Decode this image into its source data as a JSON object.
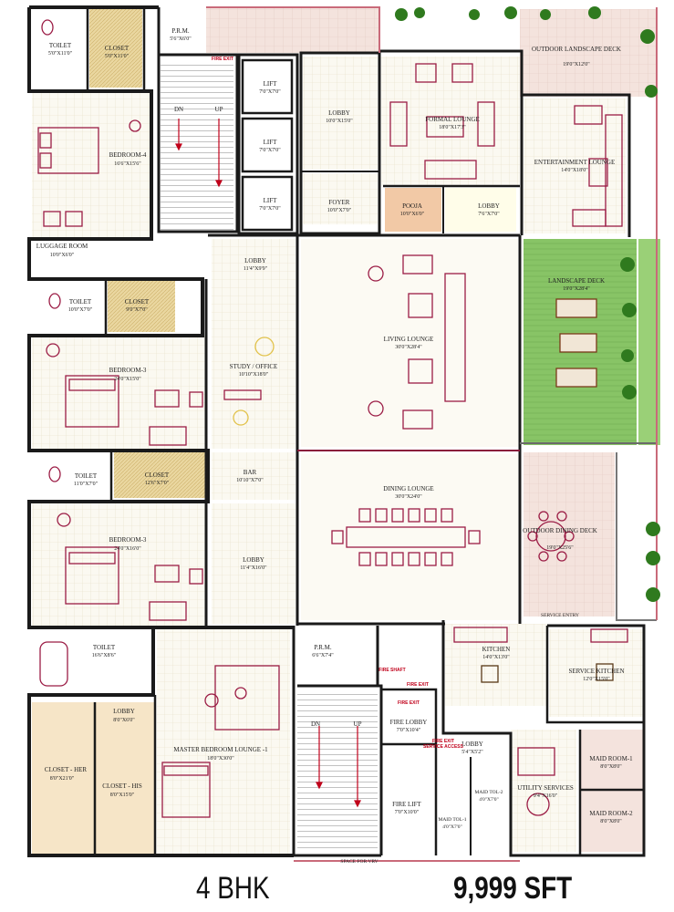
{
  "summary": {
    "unit_type": "4 BHK",
    "area": "9,999 SFT"
  },
  "rooms": {
    "toilet_top": {
      "name": "TOILET",
      "dim": "5'0\"X11'0\""
    },
    "closet_top": {
      "name": "CLOSET",
      "dim": "5'0\"X11'0\""
    },
    "prm_top": {
      "name": "P.R.M.",
      "dim": "5'6\"X6'0\""
    },
    "bedroom4": {
      "name": "BEDROOM-4",
      "dim": "16'6\"X15'6\""
    },
    "luggage": {
      "name": "LUGGAGE ROOM",
      "dim": "10'0\"X6'0\""
    },
    "toilet2": {
      "name": "TOILET",
      "dim": "10'0\"X7'0\""
    },
    "closet2": {
      "name": "CLOSET",
      "dim": "9'0\"X7'0\""
    },
    "bedroom3a": {
      "name": "BEDROOM-3",
      "dim": "24'0\"X15'0\""
    },
    "toilet3": {
      "name": "TOILET",
      "dim": "11'0\"X7'0\""
    },
    "closet3": {
      "name": "CLOSET",
      "dim": "12'6\"X7'0\""
    },
    "bedroom3b": {
      "name": "BEDROOM-3",
      "dim": "24'0\"X16'0\""
    },
    "toilet4": {
      "name": "TOILET",
      "dim": "16'6\"X8'6\""
    },
    "lobby_small": {
      "name": "LOBBY",
      "dim": "8'0\"X6'0\""
    },
    "closet_her": {
      "name": "CLOSET - HER",
      "dim": "8'0\"X21'0\""
    },
    "closet_his": {
      "name": "CLOSET - HIS",
      "dim": "8'0\"X15'0\""
    },
    "master_bedroom": {
      "name": "MASTER BEDROOM LOUNGE -1",
      "dim": "18'0\"X30'0\""
    },
    "lift1": {
      "name": "LIFT",
      "dim": "7'0\"X7'0\""
    },
    "lift2": {
      "name": "LIFT",
      "dim": "7'0\"X7'0\""
    },
    "lift3": {
      "name": "LIFT",
      "dim": "7'0\"X7'0\""
    },
    "lobby_lift": {
      "name": "LOBBY",
      "dim": "10'0\"X15'0\""
    },
    "foyer": {
      "name": "FOYER",
      "dim": "10'0\"X7'0\""
    },
    "lobby_west": {
      "name": "LOBBY",
      "dim": "11'4\"X9'9\""
    },
    "study": {
      "name": "STUDY / OFFICE",
      "dim": "10'10\"X18'0\""
    },
    "bar": {
      "name": "BAR",
      "dim": "10'10\"X7'0\""
    },
    "lobby_mid": {
      "name": "LOBBY",
      "dim": "11'4\"X16'0\""
    },
    "formal_lounge": {
      "name": "FORMAL LOUNGE",
      "dim": "18'0\"X17'3\""
    },
    "pooja": {
      "name": "POOJA",
      "dim": "10'0\"X6'0\""
    },
    "lobby_pooja": {
      "name": "LOBBY",
      "dim": "7'6\"X7'0\""
    },
    "entertainment": {
      "name": "ENTERTAINMENT LOUNGE",
      "dim": "14'0\"X18'0\""
    },
    "outdoor_deck": {
      "name": "OUTDOOR LANDSCAPE DECK",
      "dim": "19'0\"X12'0\""
    },
    "living": {
      "name": "LIVING LOUNGE",
      "dim": "30'0\"X28'4\""
    },
    "landscape_deck": {
      "name": "LANDSCAPE DECK",
      "dim": "19'0\"X28'4\""
    },
    "dining": {
      "name": "DINING LOUNGE",
      "dim": "30'0\"X24'0\""
    },
    "outdoor_dining": {
      "name": "OUTDOOR DINING DECK",
      "dim": "19'0\"X25'6\""
    },
    "kitchen": {
      "name": "KITCHEN",
      "dim": "14'0\"X13'0\""
    },
    "service_kitchen": {
      "name": "SERVICE KITCHEN",
      "dim": "12'0\"X15'0\""
    },
    "prm2": {
      "name": "P.R.M.",
      "dim": "6'6\"X7'4\""
    },
    "fire_lobby": {
      "name": "FIRE LOBBY",
      "dim": "7'0\"X10'4\""
    },
    "lobby_service": {
      "name": "LOBBY",
      "dim": "5'4\"X5'2\""
    },
    "maid_room1": {
      "name": "MAID ROOM-1",
      "dim": "8'0\"X8'0\""
    },
    "maid_room2": {
      "name": "MAID ROOM-2",
      "dim": "8'0\"X8'0\""
    },
    "utility": {
      "name": "UTILITY SERVICES",
      "dim": "9'4\"X16'0\""
    },
    "fire_lift": {
      "name": "FIRE LIFT",
      "dim": "7'0\"X10'0\""
    },
    "maid_tol1": {
      "name": "MAID TOL-1",
      "dim": "4'0\"X7'0\""
    },
    "maid_tol2": {
      "name": "MAID TOL-2",
      "dim": "4'0\"X7'0\""
    }
  },
  "labels": {
    "fire_exit": "FIRE EXIT",
    "fire_shaft": "FIRE SHAFT",
    "service_access": "SERVICE ACCESS",
    "service_entry": "SERVICE ENTRY",
    "dn": "DN",
    "up": "UP",
    "vrv": "SPACE FOR VRV"
  },
  "colors": {
    "wall": "#1a1a1a",
    "furniture": "#9b1c45",
    "closet": "#e8d7a2",
    "deck": "#f3e1dc",
    "lawn": "#8fc96b",
    "marble": "#fbf7ec",
    "tag": "#c0001a"
  }
}
